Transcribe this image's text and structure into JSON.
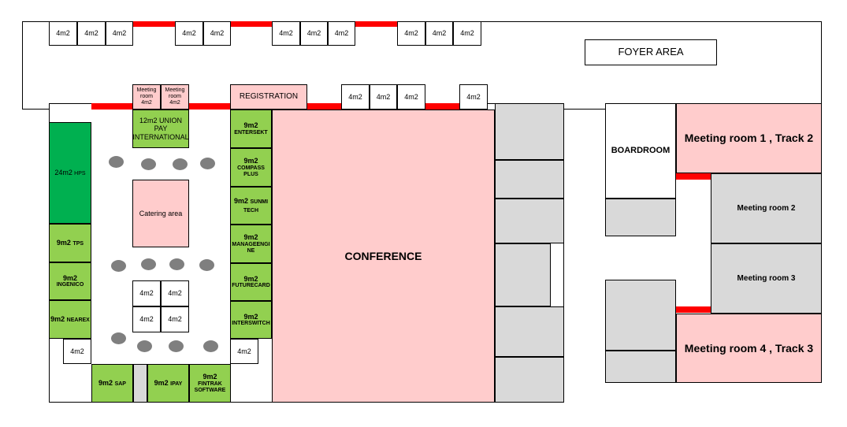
{
  "labels": {
    "foyer": "FOYER AREA",
    "registration": "REGISTRATION",
    "conference": "CONFERENCE",
    "catering": "Catering area",
    "boardroom": "BOARDROOM",
    "meeting_room_1": "Meeting room 1 , Track 2",
    "meeting_room_2": "Meeting room 2",
    "meeting_room_3": "Meeting room 3",
    "meeting_room_4": "Meeting room 4 , Track 3",
    "small_meeting_room": "Meeting room",
    "unit_4m2": "4m2",
    "unit_9m2": "9m2",
    "unit_12m2": "12m2"
  },
  "exhibitors": {
    "union_pay": "UNION PAY INTERNATIONAL",
    "hps_size": "24m2",
    "hps": "HPS",
    "tps": "TPS",
    "ingenico": "INGENICO",
    "nearex": "NEAREX",
    "entersekt": "ENTERSEKT",
    "compass_plus": "COMPASS PLUS",
    "sunmi_tech": "SUNMI TECH",
    "manageengine": "MANAGEENGI NE",
    "futurecard": "FUTURECARD",
    "interswitch": "INTERSWITCH",
    "sap": "SAP",
    "ipay": "IPAY",
    "fintrak": "FINTRAK SOFTWARE"
  }
}
